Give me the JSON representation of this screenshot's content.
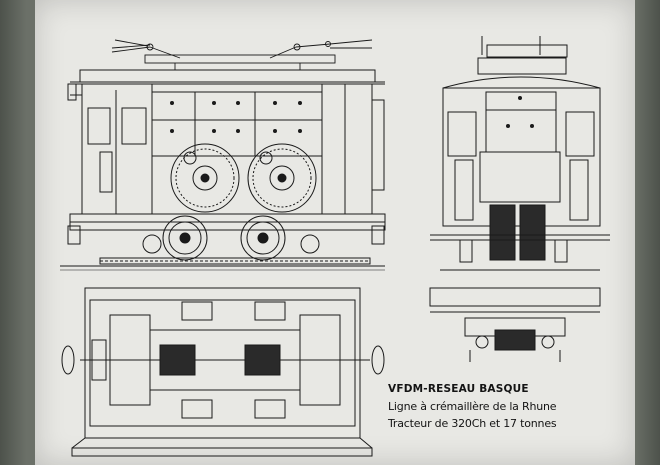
{
  "caption": {
    "line1": "VFDM-RESEAU BASQUE",
    "line2": "Ligne à crémaillère de la Rhune",
    "line3": "Tracteur de 320Ch et 17 tonnes"
  },
  "drawings": [
    {
      "view": "side-elevation"
    },
    {
      "view": "front-elevation"
    },
    {
      "view": "plan-underframe"
    },
    {
      "view": "end-underframe"
    }
  ]
}
